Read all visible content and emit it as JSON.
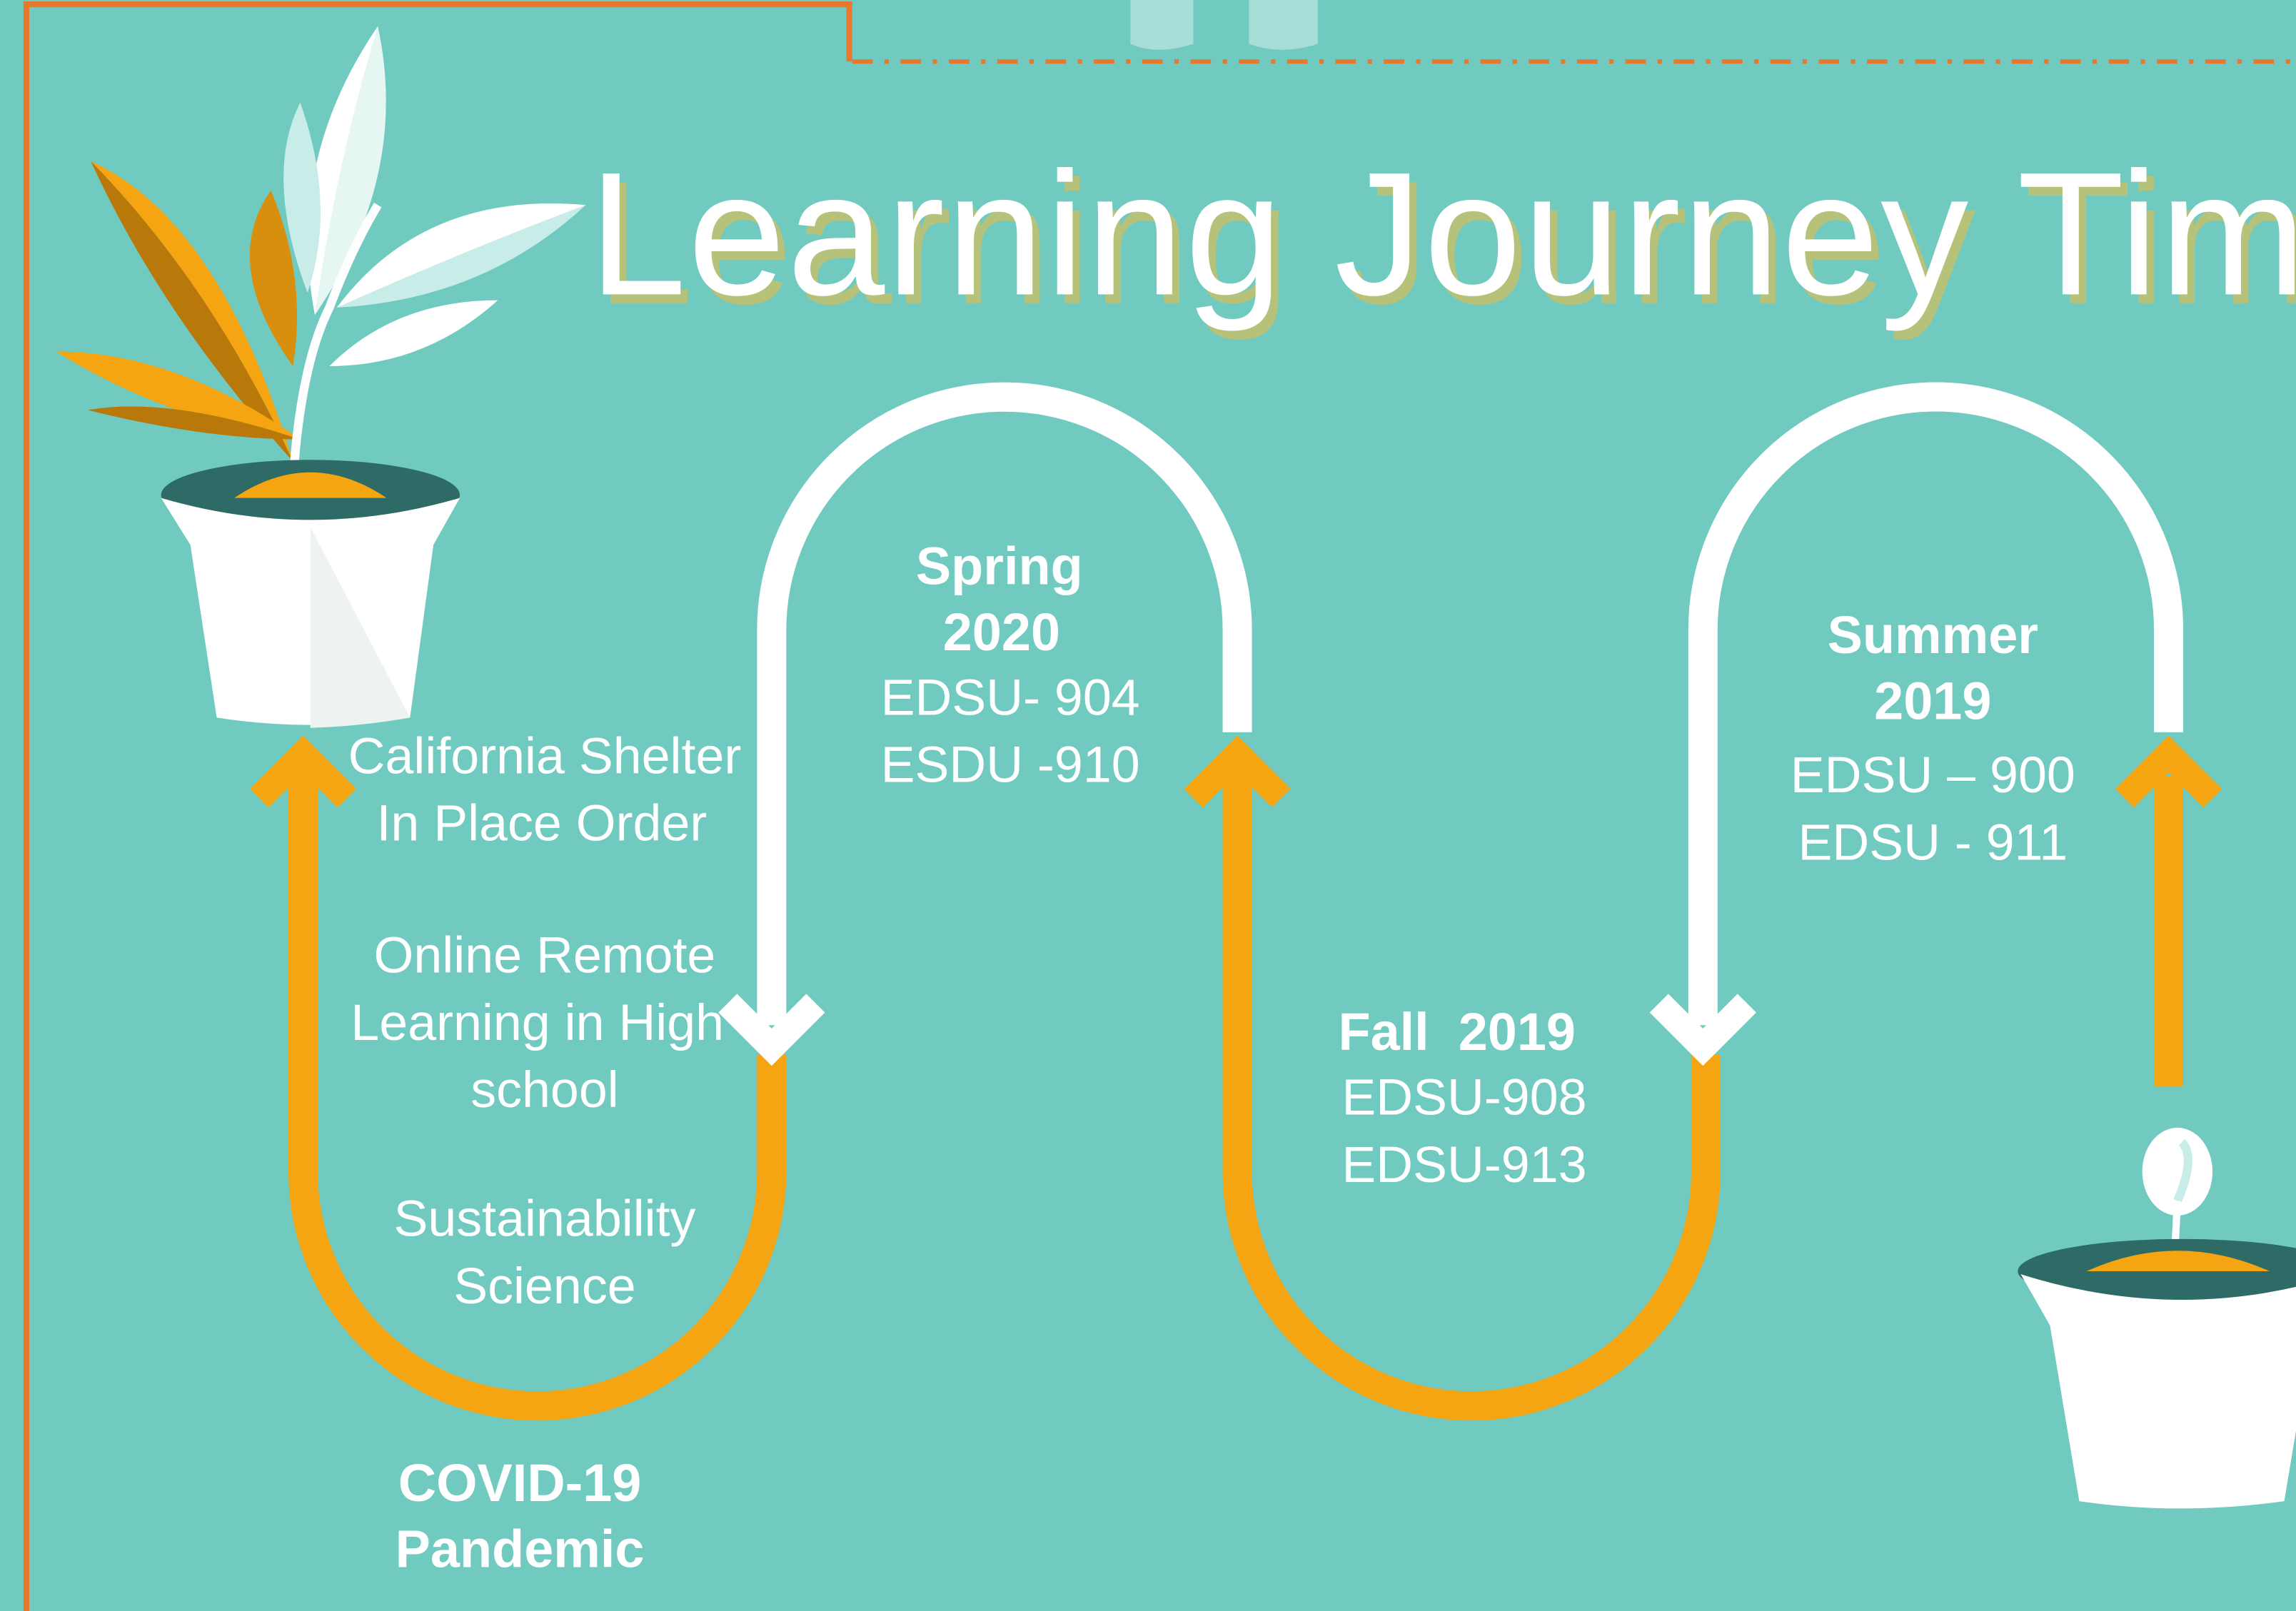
{
  "title": "Learning Journey Tim",
  "colors": {
    "background": "#70cac0",
    "accent_orange": "#f4a511",
    "border_orange": "#e8782e",
    "path_white": "#ffffff",
    "title_shadow": "#b6c27a",
    "pot_rim_dark": "#2e6b66",
    "leaf_dark_orange": "#b8790a",
    "leaf_light": "#c8ece7"
  },
  "milestones": {
    "spring_2020": {
      "term_line1": "Spring",
      "term_line2": "2020",
      "course1": "EDSU- 904",
      "course2": "ESDU -910"
    },
    "summer_2019": {
      "term_line1": "Summer",
      "term_line2": "2019",
      "course1": "EDSU – 900",
      "course2": "EDSU - 911"
    },
    "fall_2019": {
      "term": "Fall  2019",
      "course1": "EDSU-908",
      "course2": "EDSU-913"
    },
    "covid": {
      "line1": "COVID-19",
      "line2": "Pandemic",
      "events": {
        "shelter_line1": "California Shelter",
        "shelter_line2": "In Place Order",
        "remote_line1": "Online Remote",
        "remote_line2": "Learning in High",
        "remote_line3": "school",
        "sustain_line1": "Sustainability",
        "sustain_line2": "Science"
      }
    }
  },
  "icons": {
    "start_plant": "seedling-pot-icon",
    "sprout": "sprout-pot-icon"
  }
}
